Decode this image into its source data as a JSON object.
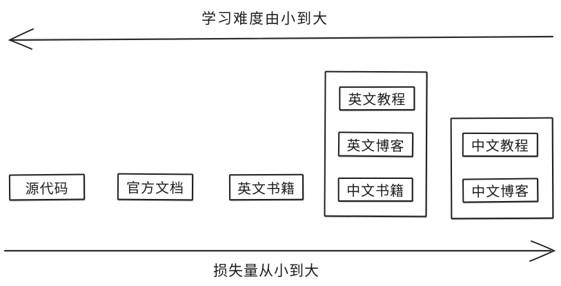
{
  "axes": {
    "top": {
      "label": "学习难度由小到大",
      "direction": "left"
    },
    "bottom": {
      "label": "损失量从小到大",
      "direction": "right"
    }
  },
  "standalone_boxes": [
    {
      "id": "source-code",
      "label": "源代码"
    },
    {
      "id": "official-docs",
      "label": "官方文档"
    },
    {
      "id": "english-books",
      "label": "英文书籍"
    }
  ],
  "groups": [
    {
      "id": "group-english-and-chinese-books",
      "items": [
        {
          "label": "英文教程"
        },
        {
          "label": "英文博客"
        },
        {
          "label": "中文书籍"
        }
      ]
    },
    {
      "id": "group-chinese",
      "items": [
        {
          "label": "中文教程"
        },
        {
          "label": "中文博客"
        }
      ]
    }
  ],
  "colors": {
    "stroke": "#1e1e1e",
    "background": "#ffffff"
  }
}
